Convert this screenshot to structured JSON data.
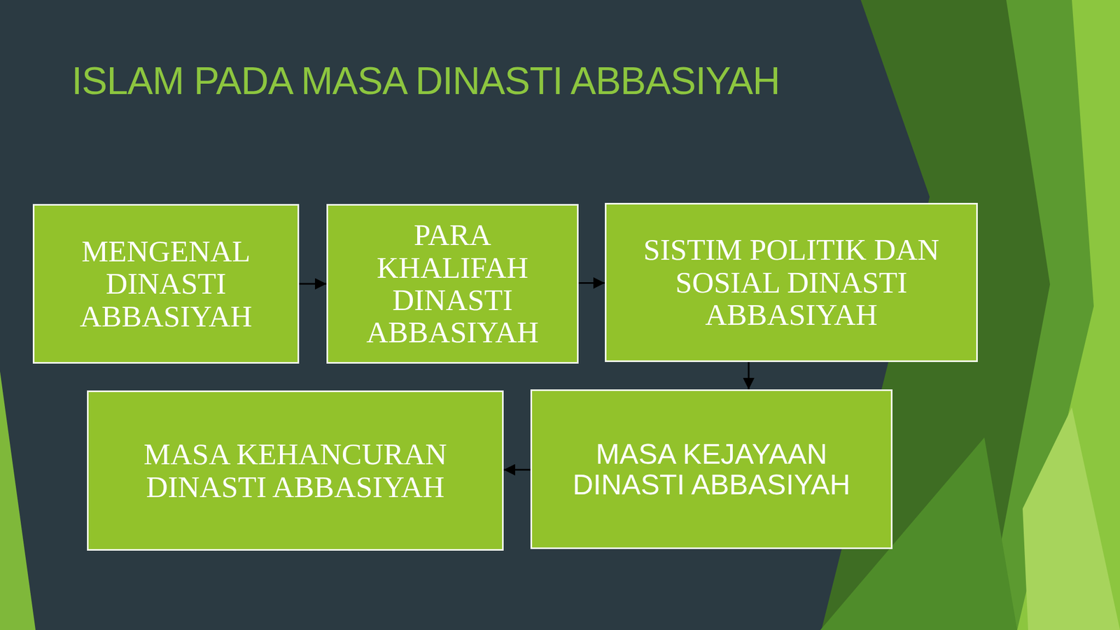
{
  "diagram": {
    "title": "ISLAM PADA MASA DINASTI ABBASIYAH",
    "nodes": [
      {
        "text": [
          "MENGENAL DINASTI ABBASIYAH"
        ]
      },
      {
        "text": [
          "PARA KHALIFAH DINASTI ABBASIYAH"
        ]
      },
      {
        "text": [
          "SISTIM POLITIK DAN SOSIAL DINASTI ABBASIYAH"
        ]
      },
      {
        "text": [
          "MASA KEJAYAAN DINASTI ABBASIYAH"
        ]
      },
      {
        "text": [
          "MASA KEHANCURAN DINASTI ABBASIYAH"
        ]
      }
    ],
    "edges": [
      {
        "from": 0,
        "to": 1,
        "arrow": "to"
      },
      {
        "from": 1,
        "to": 2,
        "arrow": "to"
      },
      {
        "from": 2,
        "to": 3,
        "arrow": "to"
      },
      {
        "from": 3,
        "to": 4,
        "arrow": "to"
      }
    ]
  }
}
